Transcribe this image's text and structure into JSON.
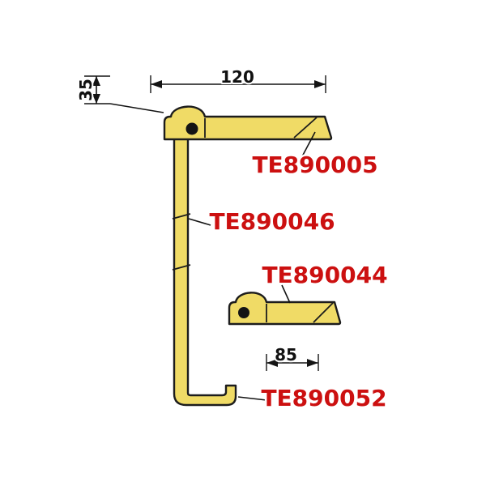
{
  "colors": {
    "background": "#ffffff",
    "part_fill": "#f0db66",
    "part_outline": "#1c1c1c",
    "label_red": "#cc1010",
    "dim_color": "#111111"
  },
  "dimensions": {
    "top_width": "120",
    "head_height": "35",
    "foot_width": "85"
  },
  "part_labels": {
    "top_arm": "TE890005",
    "rail": "TE890046",
    "sliding_arm": "TE890044",
    "foot": "TE890052"
  }
}
